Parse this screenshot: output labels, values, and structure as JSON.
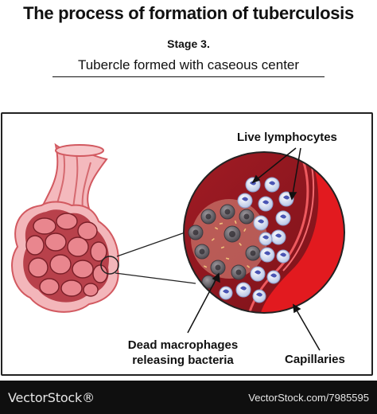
{
  "header": {
    "title": "The process of formation of tuberculosis",
    "stage": "Stage 3.",
    "subtitle": "Tubercle formed with caseous center"
  },
  "labels": {
    "live_lymphocytes": "Live lymphocytes",
    "dead_macrophages_line1": "Dead macrophages",
    "dead_macrophages_line2": "releasing  bacteria",
    "capillaries": "Capillaries"
  },
  "footer": {
    "brand": "VectorStock®",
    "image_id": "VectorStock.com/7985595"
  },
  "colors": {
    "tissue": "#f0aeb2",
    "tissue_outline": "#d8595f",
    "alveolus_wall": "#b43a43",
    "capillary_red": "#e3171c",
    "dark_cell": "#6e6a70",
    "lymphocyte_cell": "#dfe6f5",
    "lymphocyte_nucleus": "#4a55b4",
    "footer_bg": "#0f0f0f"
  },
  "icons": [
    "alveoli-cluster-icon",
    "tubercle-magnified-icon",
    "lymphocyte-icon",
    "macrophage-icon"
  ]
}
